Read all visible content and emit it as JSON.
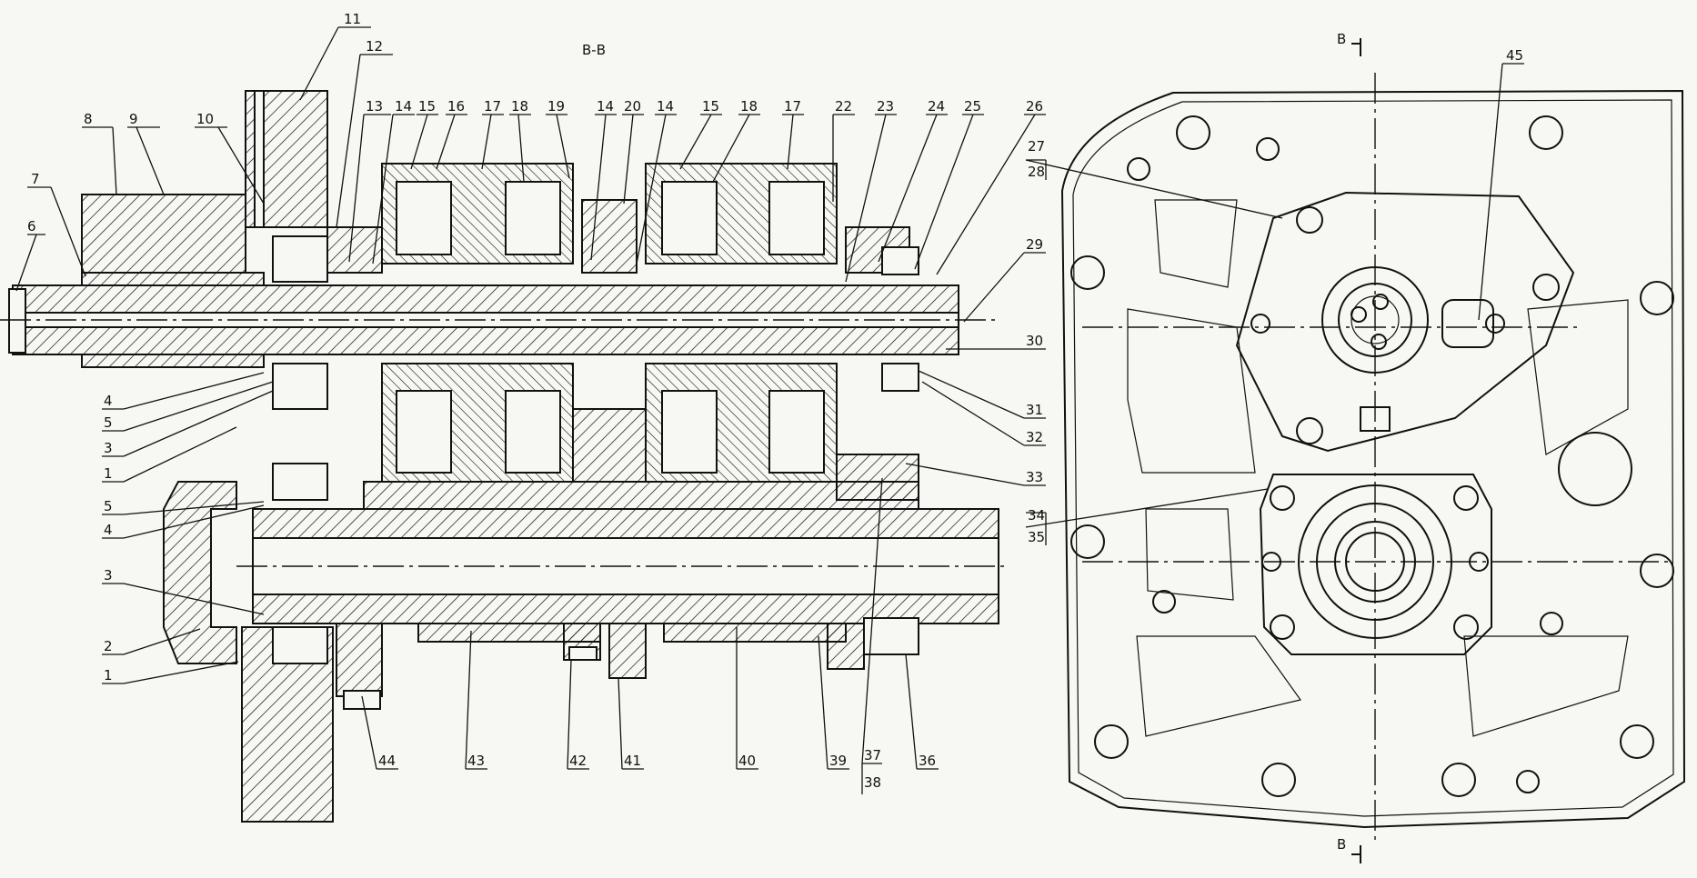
{
  "section_title": "В-В",
  "view_mark_top": "В",
  "view_mark_bottom": "В",
  "callouts_top": [
    "11",
    "12",
    "8",
    "9",
    "10",
    "13",
    "14",
    "15",
    "16",
    "17",
    "18",
    "19",
    "14",
    "20",
    "14",
    "15",
    "18",
    "17",
    "22",
    "23",
    "24",
    "25",
    "26",
    "27",
    "28",
    "29"
  ],
  "callouts_left": [
    "7",
    "6",
    "4",
    "5",
    "3",
    "1",
    "5",
    "4",
    "3",
    "2",
    "1"
  ],
  "callouts_right": [
    "30",
    "31",
    "32",
    "33",
    "34",
    "35",
    "45"
  ],
  "callouts_bottom": [
    "44",
    "43",
    "42",
    "41",
    "40",
    "39",
    "37",
    "38",
    "36"
  ],
  "colors": {
    "background": "#f7f8f3",
    "line": "#111111"
  }
}
